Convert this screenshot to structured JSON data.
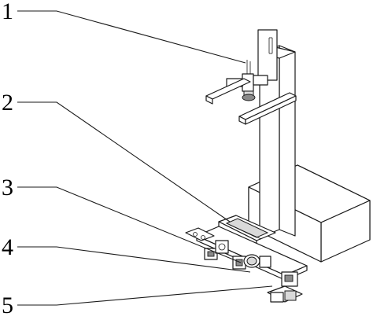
{
  "labels": [
    "1",
    "2",
    "3",
    "4",
    "5"
  ],
  "colors": {
    "line": "#1a1a1a",
    "background": "#ffffff",
    "shade": "#d9d9d9"
  }
}
